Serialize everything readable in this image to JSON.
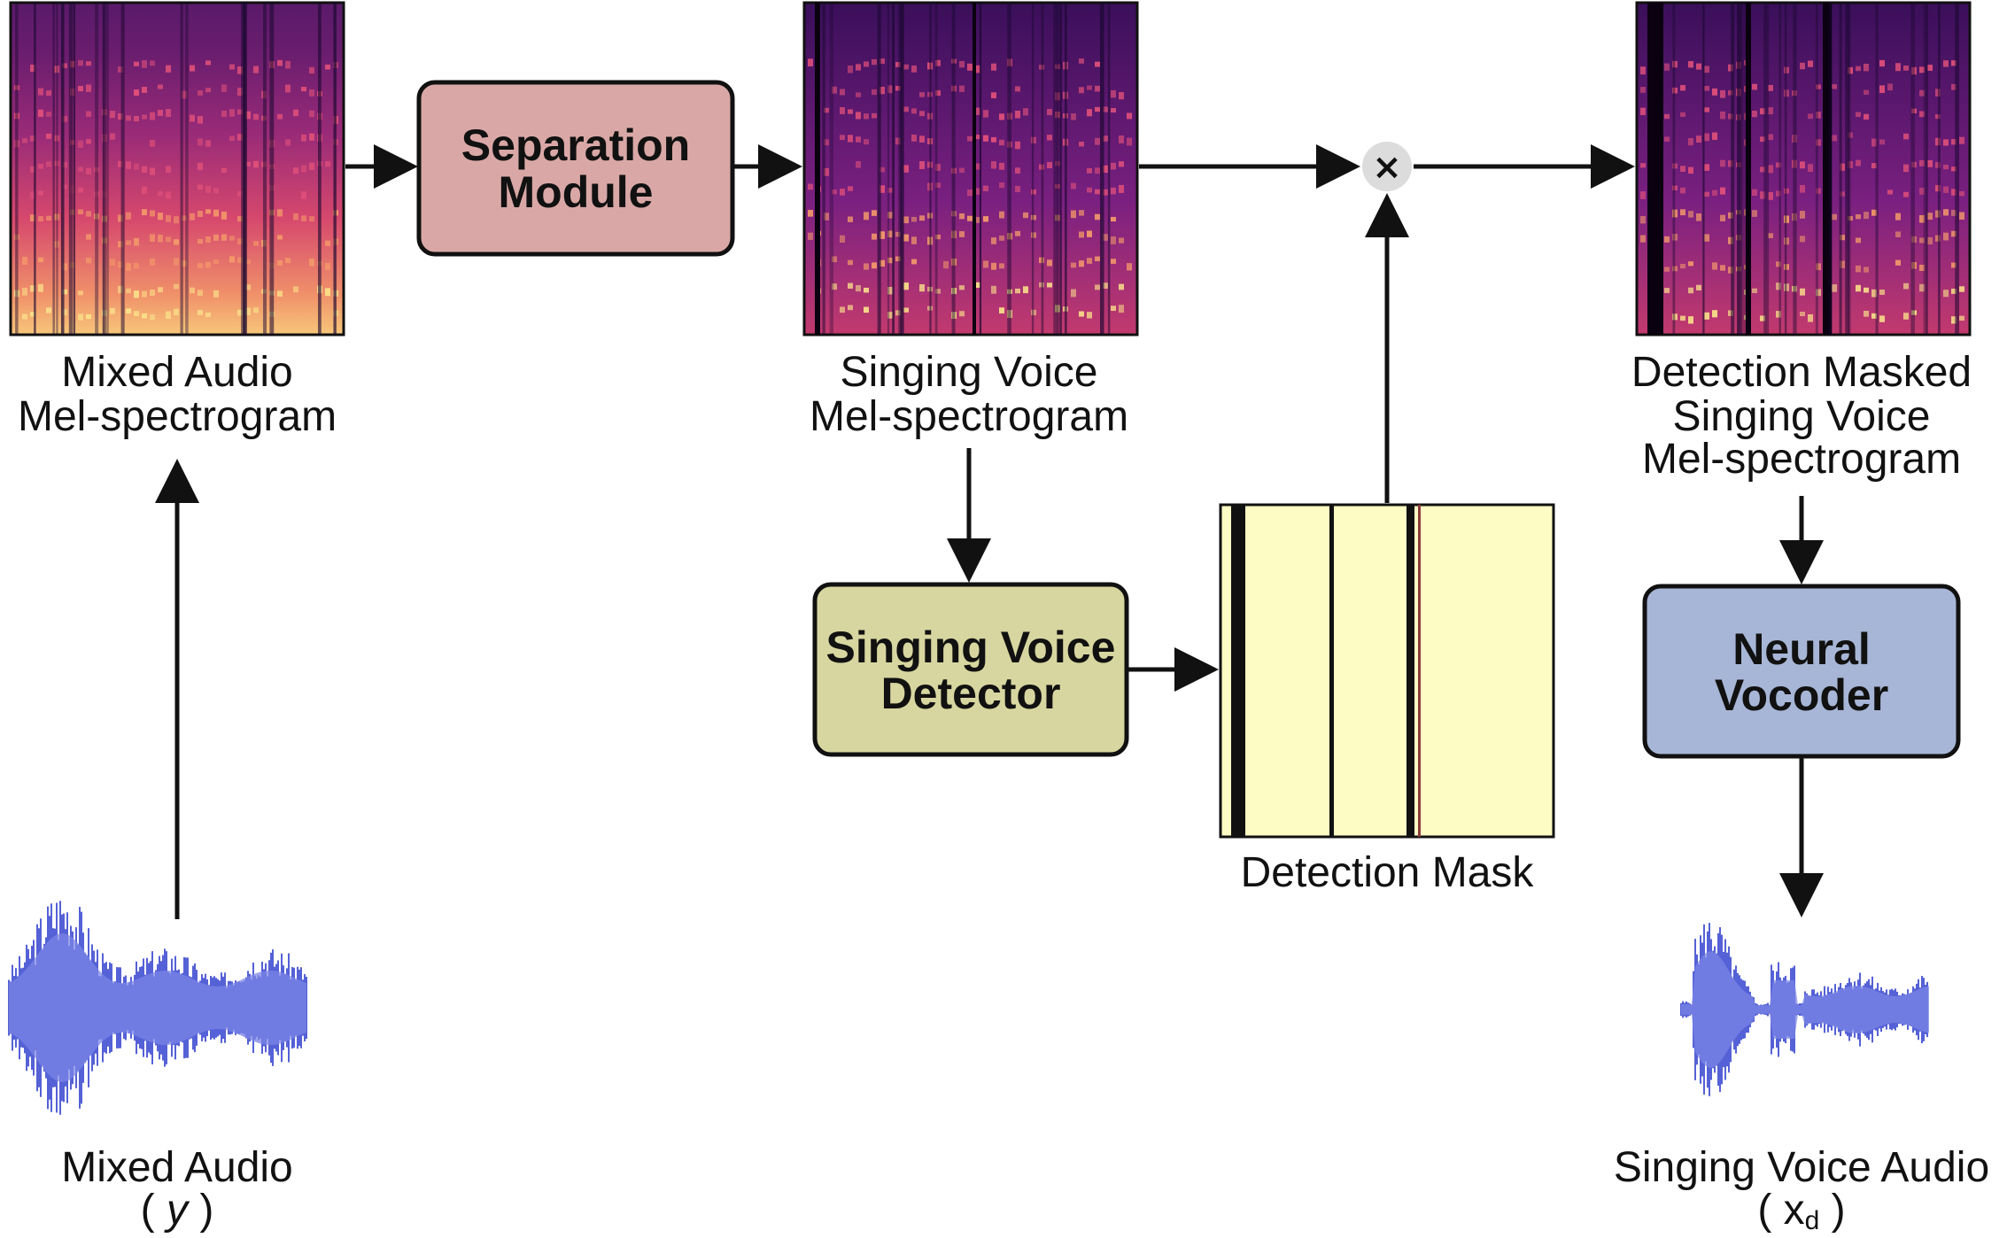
{
  "spectrograms": {
    "mixed": {
      "label_line1": "Mixed Audio",
      "label_line2": "Mel-spectrogram"
    },
    "voice": {
      "label_line1": "Singing Voice",
      "label_line2": "Mel-spectrogram"
    },
    "masked": {
      "label_line1": "Detection Masked",
      "label_line2": "Singing Voice",
      "label_line3": "Mel-spectrogram"
    }
  },
  "boxes": {
    "separation": {
      "line1": "Separation",
      "line2": "Module",
      "color": "#d9a8a6"
    },
    "detector": {
      "line1": "Singing Voice",
      "line2": "Detector",
      "color": "#d7d6a0"
    },
    "vocoder": {
      "line1": "Neural",
      "line2": "Vocoder",
      "color": "#a7b6d6"
    }
  },
  "mask": {
    "label": "Detection Mask",
    "color": "#fdfcc4"
  },
  "multiply": {
    "symbol": "×"
  },
  "audio": {
    "mixed": {
      "label": "Mixed Audio",
      "symbol_open": "( ",
      "symbol": "y",
      "symbol_close": " )"
    },
    "voice": {
      "label": "Singing Voice Audio",
      "symbol_open": "( ",
      "symbol": "x",
      "symbol_sub": "d",
      "symbol_close": " )"
    }
  },
  "colors": {
    "waveform": "#5561d6",
    "stroke": "#111111",
    "spec_dark": "#2a0a4a",
    "spec_bright": "#fbe38a"
  }
}
